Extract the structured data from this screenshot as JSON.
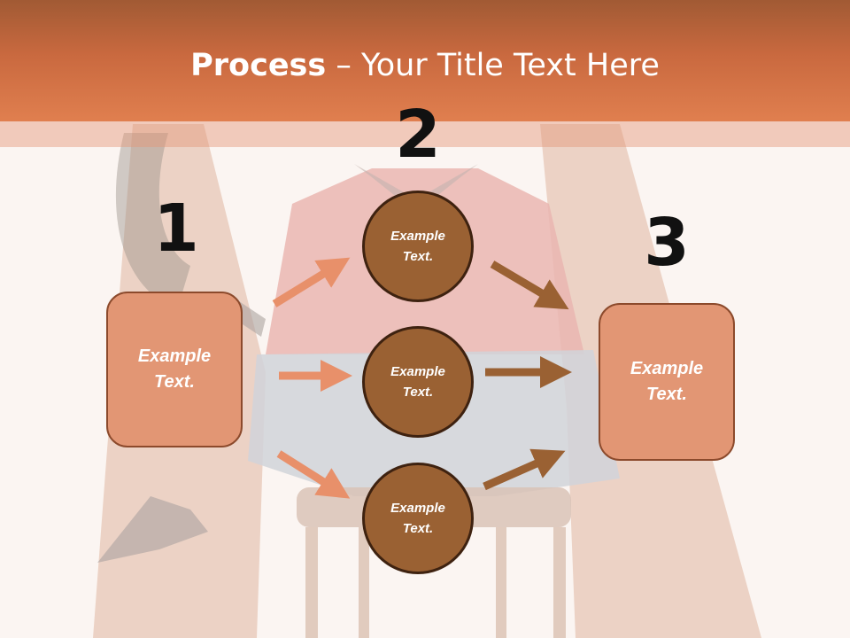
{
  "title": {
    "bold": "Process",
    "separator": " – ",
    "rest": "Your Title Text Here"
  },
  "steps": {
    "one": "1",
    "two": "2",
    "three": "3"
  },
  "left_box": {
    "text": "Example Text."
  },
  "right_box": {
    "text": "Example Text."
  },
  "circles": [
    {
      "text": "Example Text."
    },
    {
      "text": "Example Text."
    },
    {
      "text": "Example Text."
    }
  ],
  "colors": {
    "header": "#c9693f",
    "box_fill": "#e29674",
    "circle_fill": "#9a6133",
    "arrow_light": "#e8906a",
    "arrow_dark": "#9a6133"
  },
  "background_image": "faded-photo-person-in-chair"
}
